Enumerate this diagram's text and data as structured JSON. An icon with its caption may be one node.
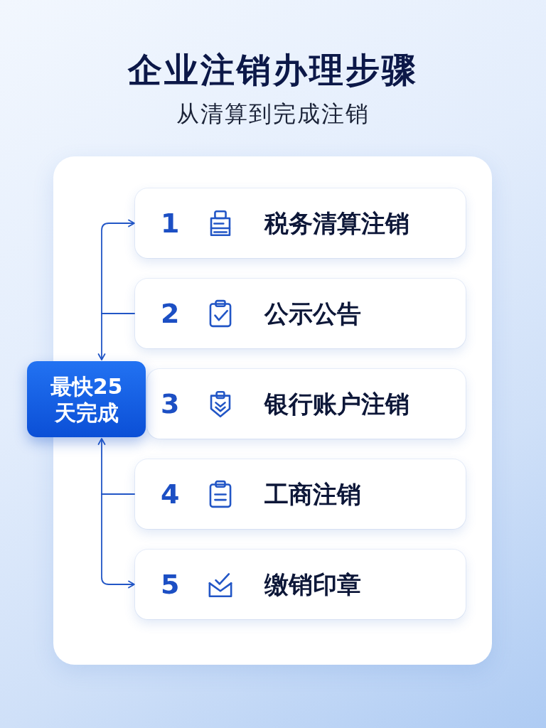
{
  "diagram": {
    "title": "企业注销办理步骤",
    "nodes": [
      {
        "text": [
          "1",
          "税务清算注销"
        ]
      },
      {
        "text": [
          "2",
          "公示公告"
        ]
      },
      {
        "text": [
          "最快25天完成"
        ]
      },
      {
        "text": [
          "3",
          "银行账户注销"
        ]
      },
      {
        "text": [
          "4",
          "工商注销"
        ]
      },
      {
        "text": [
          "5",
          "缴销印章"
        ]
      }
    ],
    "edges": [
      {
        "from": 1,
        "to": 0,
        "arrow": "to"
      },
      {
        "from": 1,
        "to": 2,
        "arrow": "to"
      },
      {
        "from": 4,
        "to": 2,
        "arrow": "to"
      },
      {
        "from": 4,
        "to": 5,
        "arrow": "to"
      }
    ],
    "labels": [
      "从清算到完成注销"
    ]
  }
}
